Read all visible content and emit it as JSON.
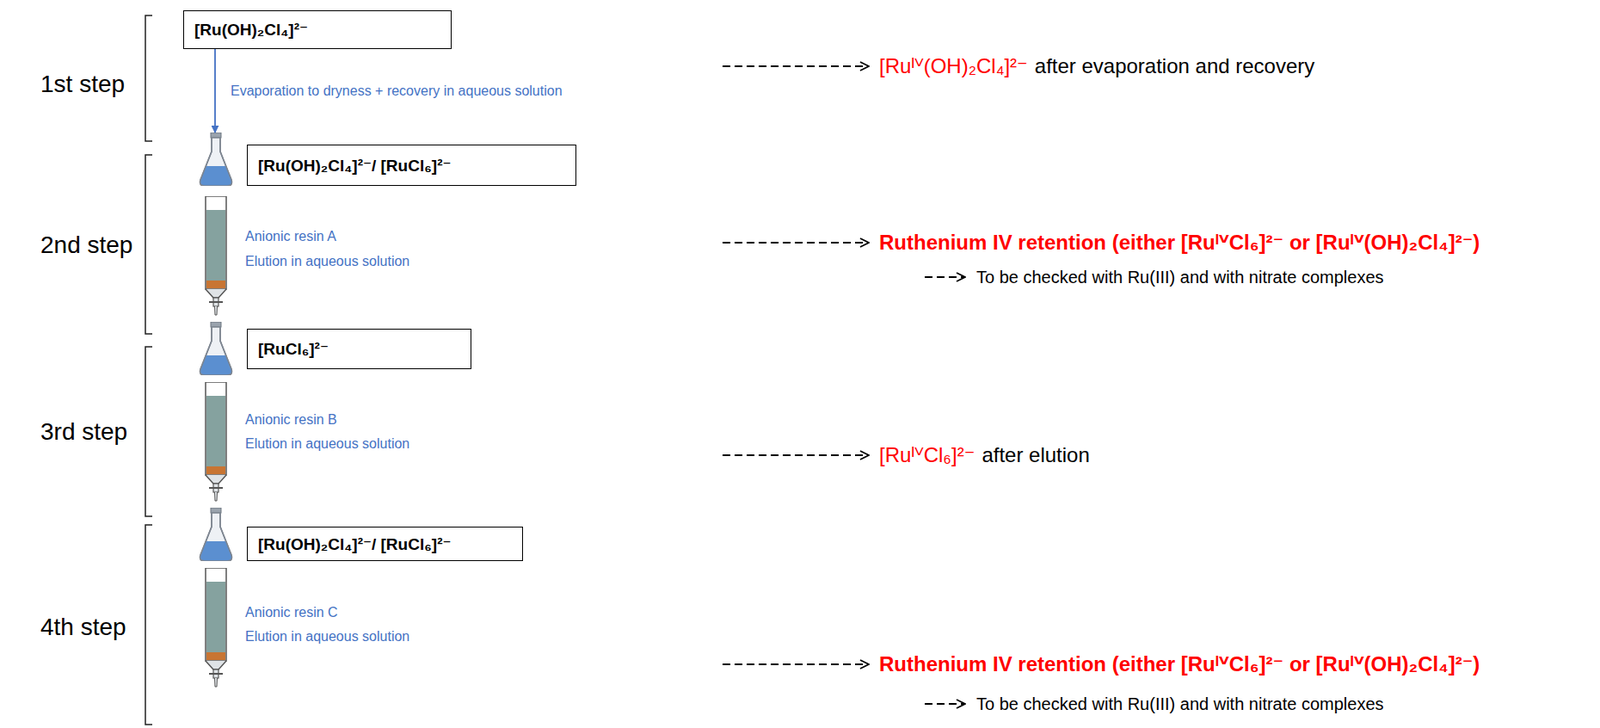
{
  "diagram": {
    "nodes": [
      {
        "text": [
          "[Ru(OH)₂Cl₄]²⁻"
        ]
      },
      {
        "text": [
          "[Ru(OH)₂Cl₄]²⁻/ [RuCl₆]²⁻"
        ]
      },
      {
        "text": [
          "[RuCl₆]²⁻"
        ]
      },
      {
        "text": [
          "[Ru(OH)₂Cl₄]²⁻/ [RuCl₆]²⁻"
        ]
      }
    ],
    "edges": [
      {
        "from": 0,
        "to": 1,
        "arrow": "to",
        "label": "Evaporation to dryness + recovery in aqueous solution"
      }
    ],
    "labels": [
      "1st step",
      "[Ruᴵⱽ(OH)₂Cl₄]²⁻",
      "after evaporation and recovery",
      "2nd step",
      "Anionic resin A",
      "Elution in aqueous solution",
      "Ruthenium IV retention (either [RuᴵⱽCl₆]²⁻ or [Ruᴵⱽ(OH)₂Cl₄]²⁻)",
      "To be checked with Ru(III) and with nitrate complexes",
      "3rd step",
      "Anionic resin B",
      "Elution in aqueous solution",
      "[RuᴵⱽCl₆]²⁻",
      "after elution",
      "4th step",
      "Anionic resin C",
      "Elution in aqueous solution",
      "Ruthenium IV retention (either [RuᴵⱽCl₆]²⁻ or [Ruᴵⱽ(OH)₂Cl₄]²⁻)",
      "To be checked with Ru(III) and with nitrate complexes"
    ]
  }
}
